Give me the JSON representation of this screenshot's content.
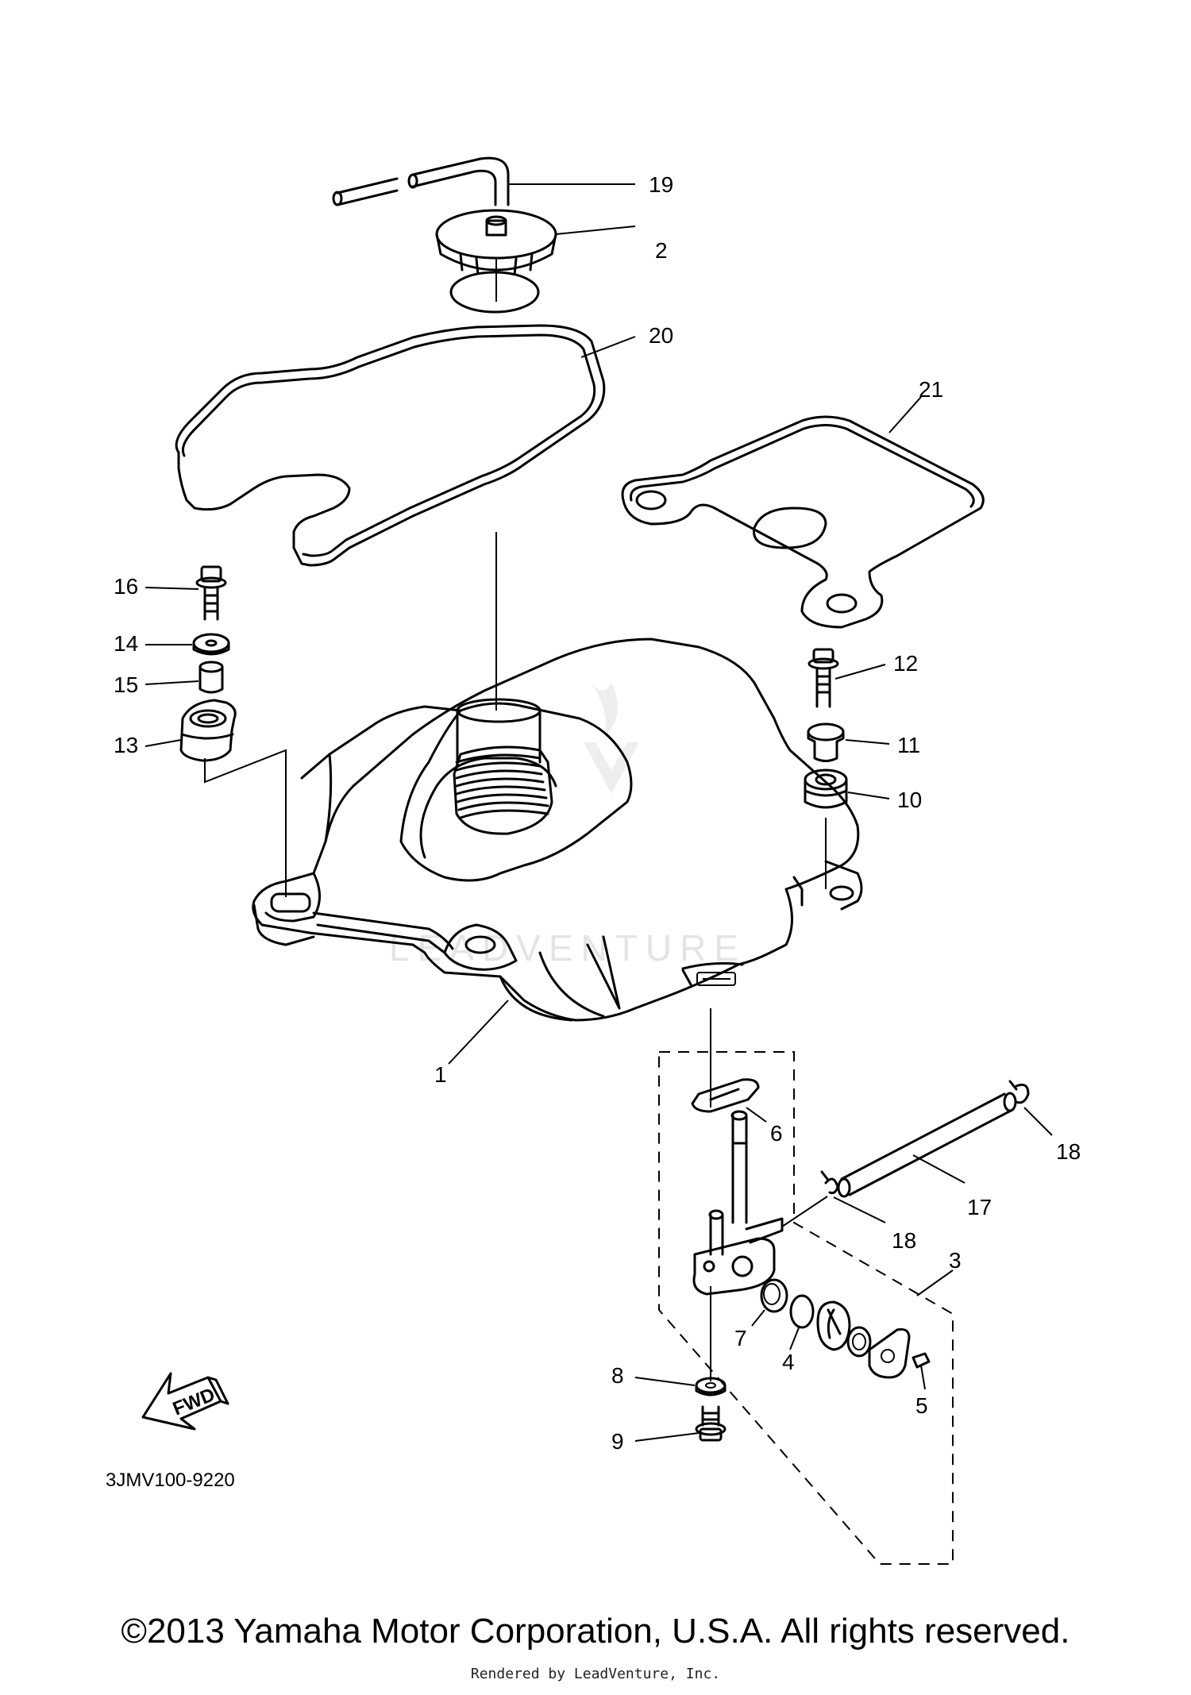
{
  "diagram": {
    "callouts": [
      {
        "id": "19",
        "label": "19"
      },
      {
        "id": "2",
        "label": "2"
      },
      {
        "id": "20",
        "label": "20"
      },
      {
        "id": "21",
        "label": "21"
      },
      {
        "id": "16",
        "label": "16"
      },
      {
        "id": "14",
        "label": "14"
      },
      {
        "id": "15",
        "label": "15"
      },
      {
        "id": "13",
        "label": "13"
      },
      {
        "id": "12",
        "label": "12"
      },
      {
        "id": "11",
        "label": "11"
      },
      {
        "id": "10",
        "label": "10"
      },
      {
        "id": "1",
        "label": "1"
      },
      {
        "id": "6",
        "label": "6"
      },
      {
        "id": "18a",
        "label": "18"
      },
      {
        "id": "17",
        "label": "17"
      },
      {
        "id": "18b",
        "label": "18"
      },
      {
        "id": "3",
        "label": "3"
      },
      {
        "id": "7",
        "label": "7"
      },
      {
        "id": "4",
        "label": "4"
      },
      {
        "id": "8",
        "label": "8"
      },
      {
        "id": "5",
        "label": "5"
      },
      {
        "id": "9",
        "label": "9"
      }
    ],
    "fwd_label": "FWD",
    "diagram_code": "3JMV100-9220",
    "watermark": "LEADVENTURE"
  },
  "footer": {
    "copyright": "©2013 Yamaha Motor Corporation, U.S.A. All rights reserved.",
    "rendered_by": "Rendered by LeadVenture, Inc."
  }
}
